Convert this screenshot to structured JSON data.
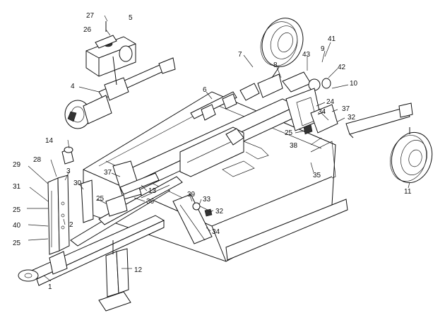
{
  "labels": {
    "27": "27",
    "5": "5",
    "26": "26",
    "4": "4",
    "7": "7",
    "8": "8",
    "43": "43",
    "9": "9",
    "41": "41",
    "42": "42",
    "10": "10",
    "6": "6",
    "24": "24",
    "34a": "34",
    "37a": "37",
    "32a": "32",
    "25a": "25",
    "38": "38",
    "14": "14",
    "28": "28",
    "29": "29",
    "3": "3",
    "37b": "37",
    "30": "30",
    "31": "31",
    "25b": "25",
    "25c": "25",
    "36": "36",
    "13": "13",
    "39": "39",
    "33": "33",
    "32b": "32",
    "34b": "34",
    "35": "35",
    "11": "11",
    "40": "40",
    "2": "2",
    "25d": "25",
    "1": "1",
    "12": "12"
  }
}
